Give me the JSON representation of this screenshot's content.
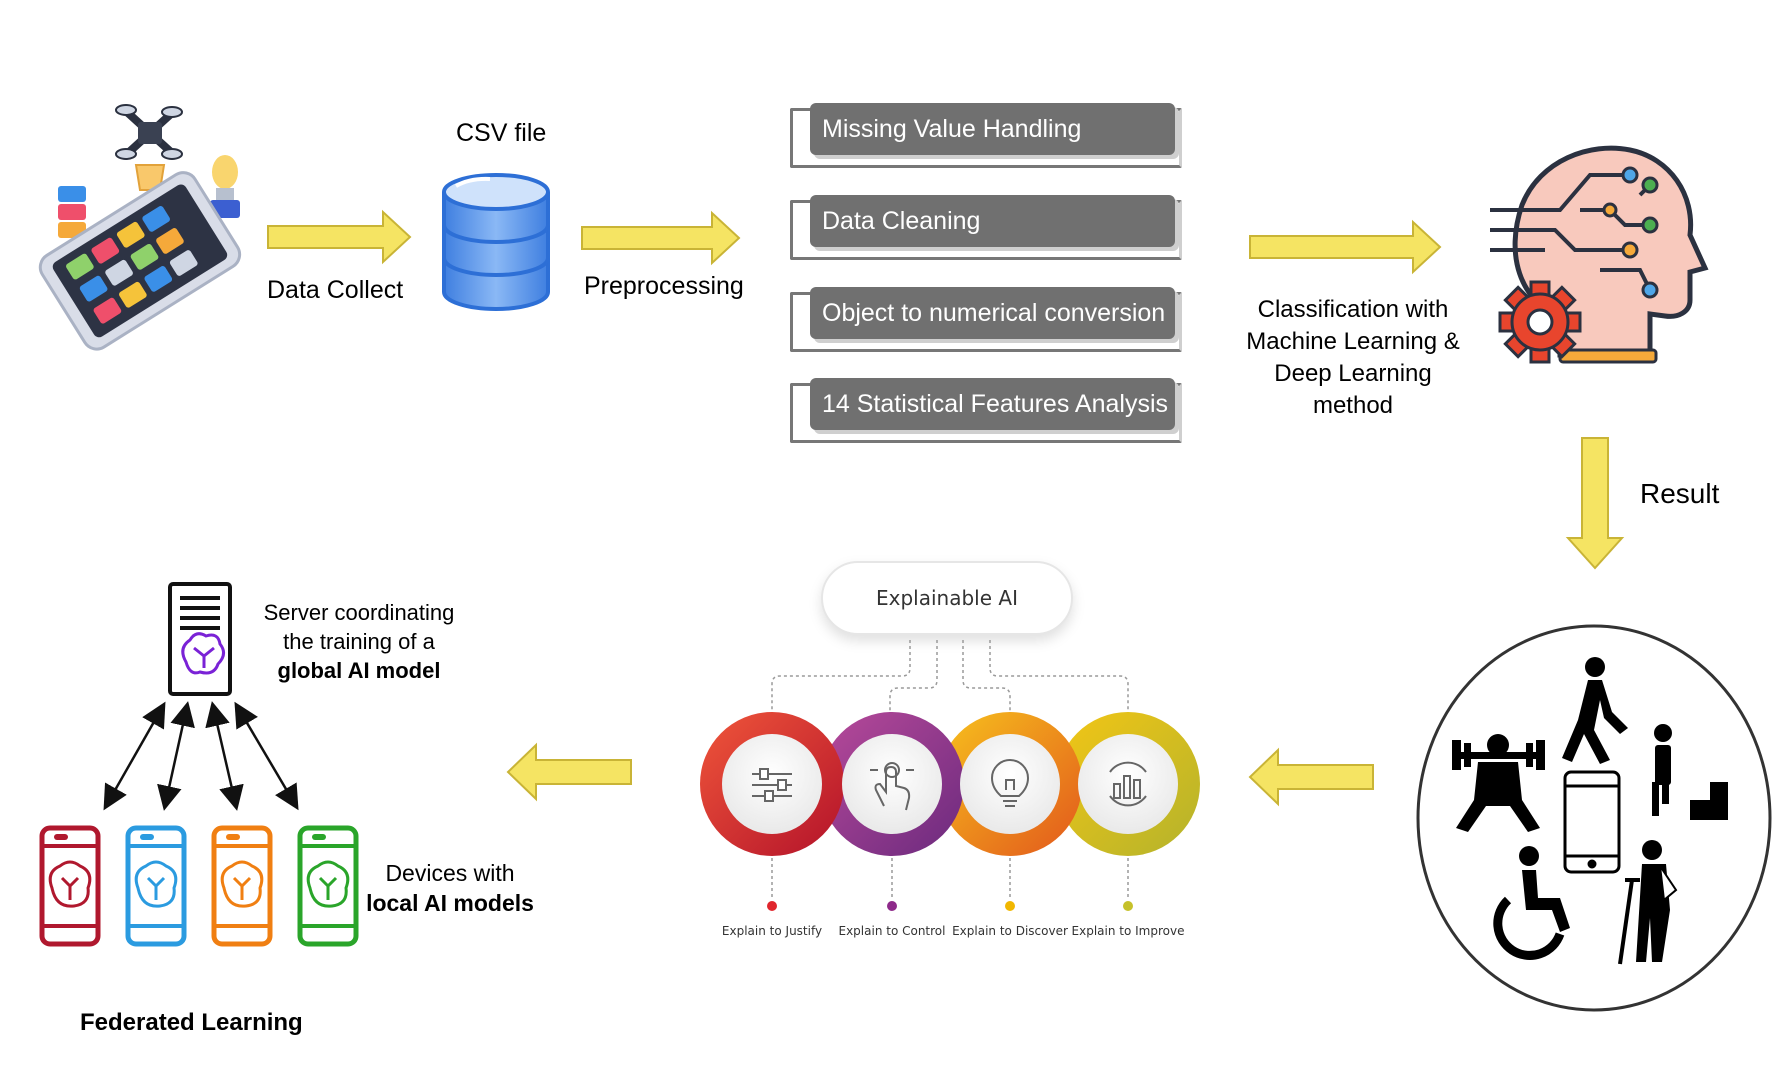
{
  "labels": {
    "data_collect": "Data Collect",
    "csv_file": "CSV file",
    "preprocessing": "Preprocessing",
    "classification": [
      "Classification with",
      "Machine Learning &",
      "Deep Learning",
      "method"
    ],
    "result": "Result",
    "federated_learning": "Federated Learning"
  },
  "preprocessing_steps": [
    "Missing Value Handling",
    "Data Cleaning",
    "Object to numerical conversion",
    "14 Statistical Features Analysis"
  ],
  "explainable_ai": {
    "title": "Explainable AI",
    "items": [
      {
        "caption": "Explain to Justify",
        "icon": "sliders-icon",
        "color": "#e0262d"
      },
      {
        "caption": "Explain to Control",
        "icon": "hand-touch-icon",
        "color": "#8e2a8a"
      },
      {
        "caption": "Explain to Discover",
        "icon": "lightbulb-icon",
        "color": "#f1b700"
      },
      {
        "caption": "Explain to Improve",
        "icon": "growth-chart-icon",
        "color": "#c6c12a"
      }
    ]
  },
  "federated": {
    "server_text": [
      "Server coordinating",
      "the training of a"
    ],
    "server_text_bold": "global AI model",
    "devices_text": "Devices with",
    "devices_text_bold": "local AI models",
    "device_colors": [
      "#b0182e",
      "#2b9be0",
      "#f07f12",
      "#2aa52a"
    ]
  },
  "colors": {
    "arrow_fill": "#f5e463",
    "arrow_stroke": "#c9b436",
    "step_box": "#707070"
  },
  "activity_icons": [
    "weightlifting-icon",
    "walking-icon",
    "stairs-icon",
    "smartphone-icon",
    "wheelchair-icon",
    "crutch-injury-icon"
  ]
}
